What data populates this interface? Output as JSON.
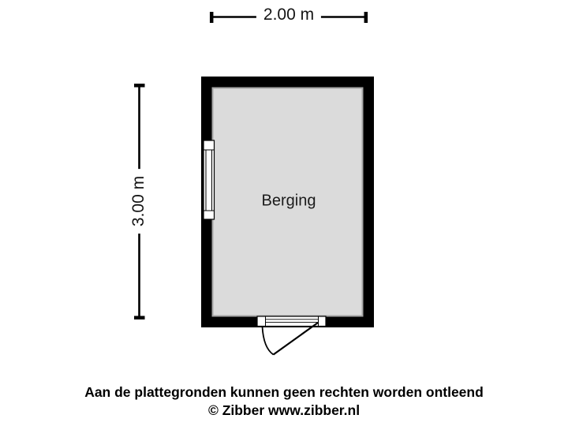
{
  "plan": {
    "room_label": "Berging",
    "width_dimension": "2.00 m",
    "height_dimension": "3.00 m",
    "colors": {
      "wall": "#000000",
      "floor": "#dbdbdb",
      "floor_edge": "#a6a6a6",
      "fixture": "#ffffff",
      "background": "#ffffff",
      "text": "#1b1b1b"
    }
  },
  "footer": {
    "disclaimer": "Aan de plattegronden kunnen geen rechten worden ontleend",
    "credit": "© Zibber www.zibber.nl"
  }
}
